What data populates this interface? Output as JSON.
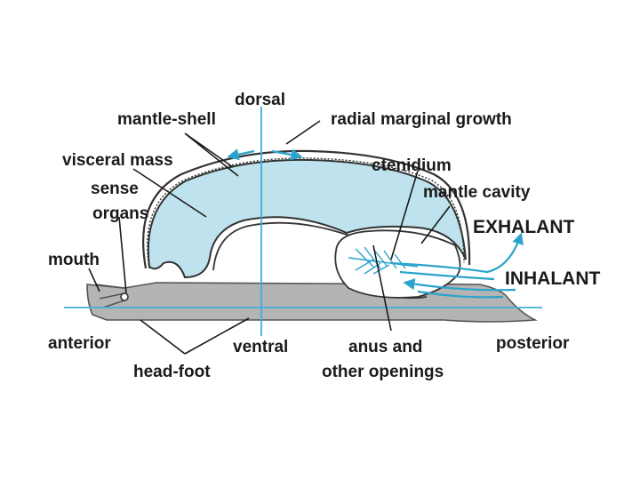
{
  "labels": {
    "dorsal": "dorsal",
    "mantle_shell": "mantle-shell",
    "radial_growth": "radial marginal growth",
    "visceral_mass": "visceral mass",
    "ctenidium": "ctenidium",
    "sense": "sense",
    "organs": "organs",
    "mantle_cavity": "mantle cavity",
    "exhalant": "EXHALANT",
    "mouth": "mouth",
    "inhalant": "INHALANT",
    "anterior": "anterior",
    "ventral": "ventral",
    "anus_line1": "anus and",
    "anus_line2": "other openings",
    "posterior": "posterior",
    "head_foot": "head-foot"
  },
  "colors": {
    "body_fill": "#bfe3ee",
    "foot_fill": "#b4b4b4",
    "axis": "#3fb0d6",
    "flow": "#2ba3cc",
    "outline": "#333333"
  }
}
